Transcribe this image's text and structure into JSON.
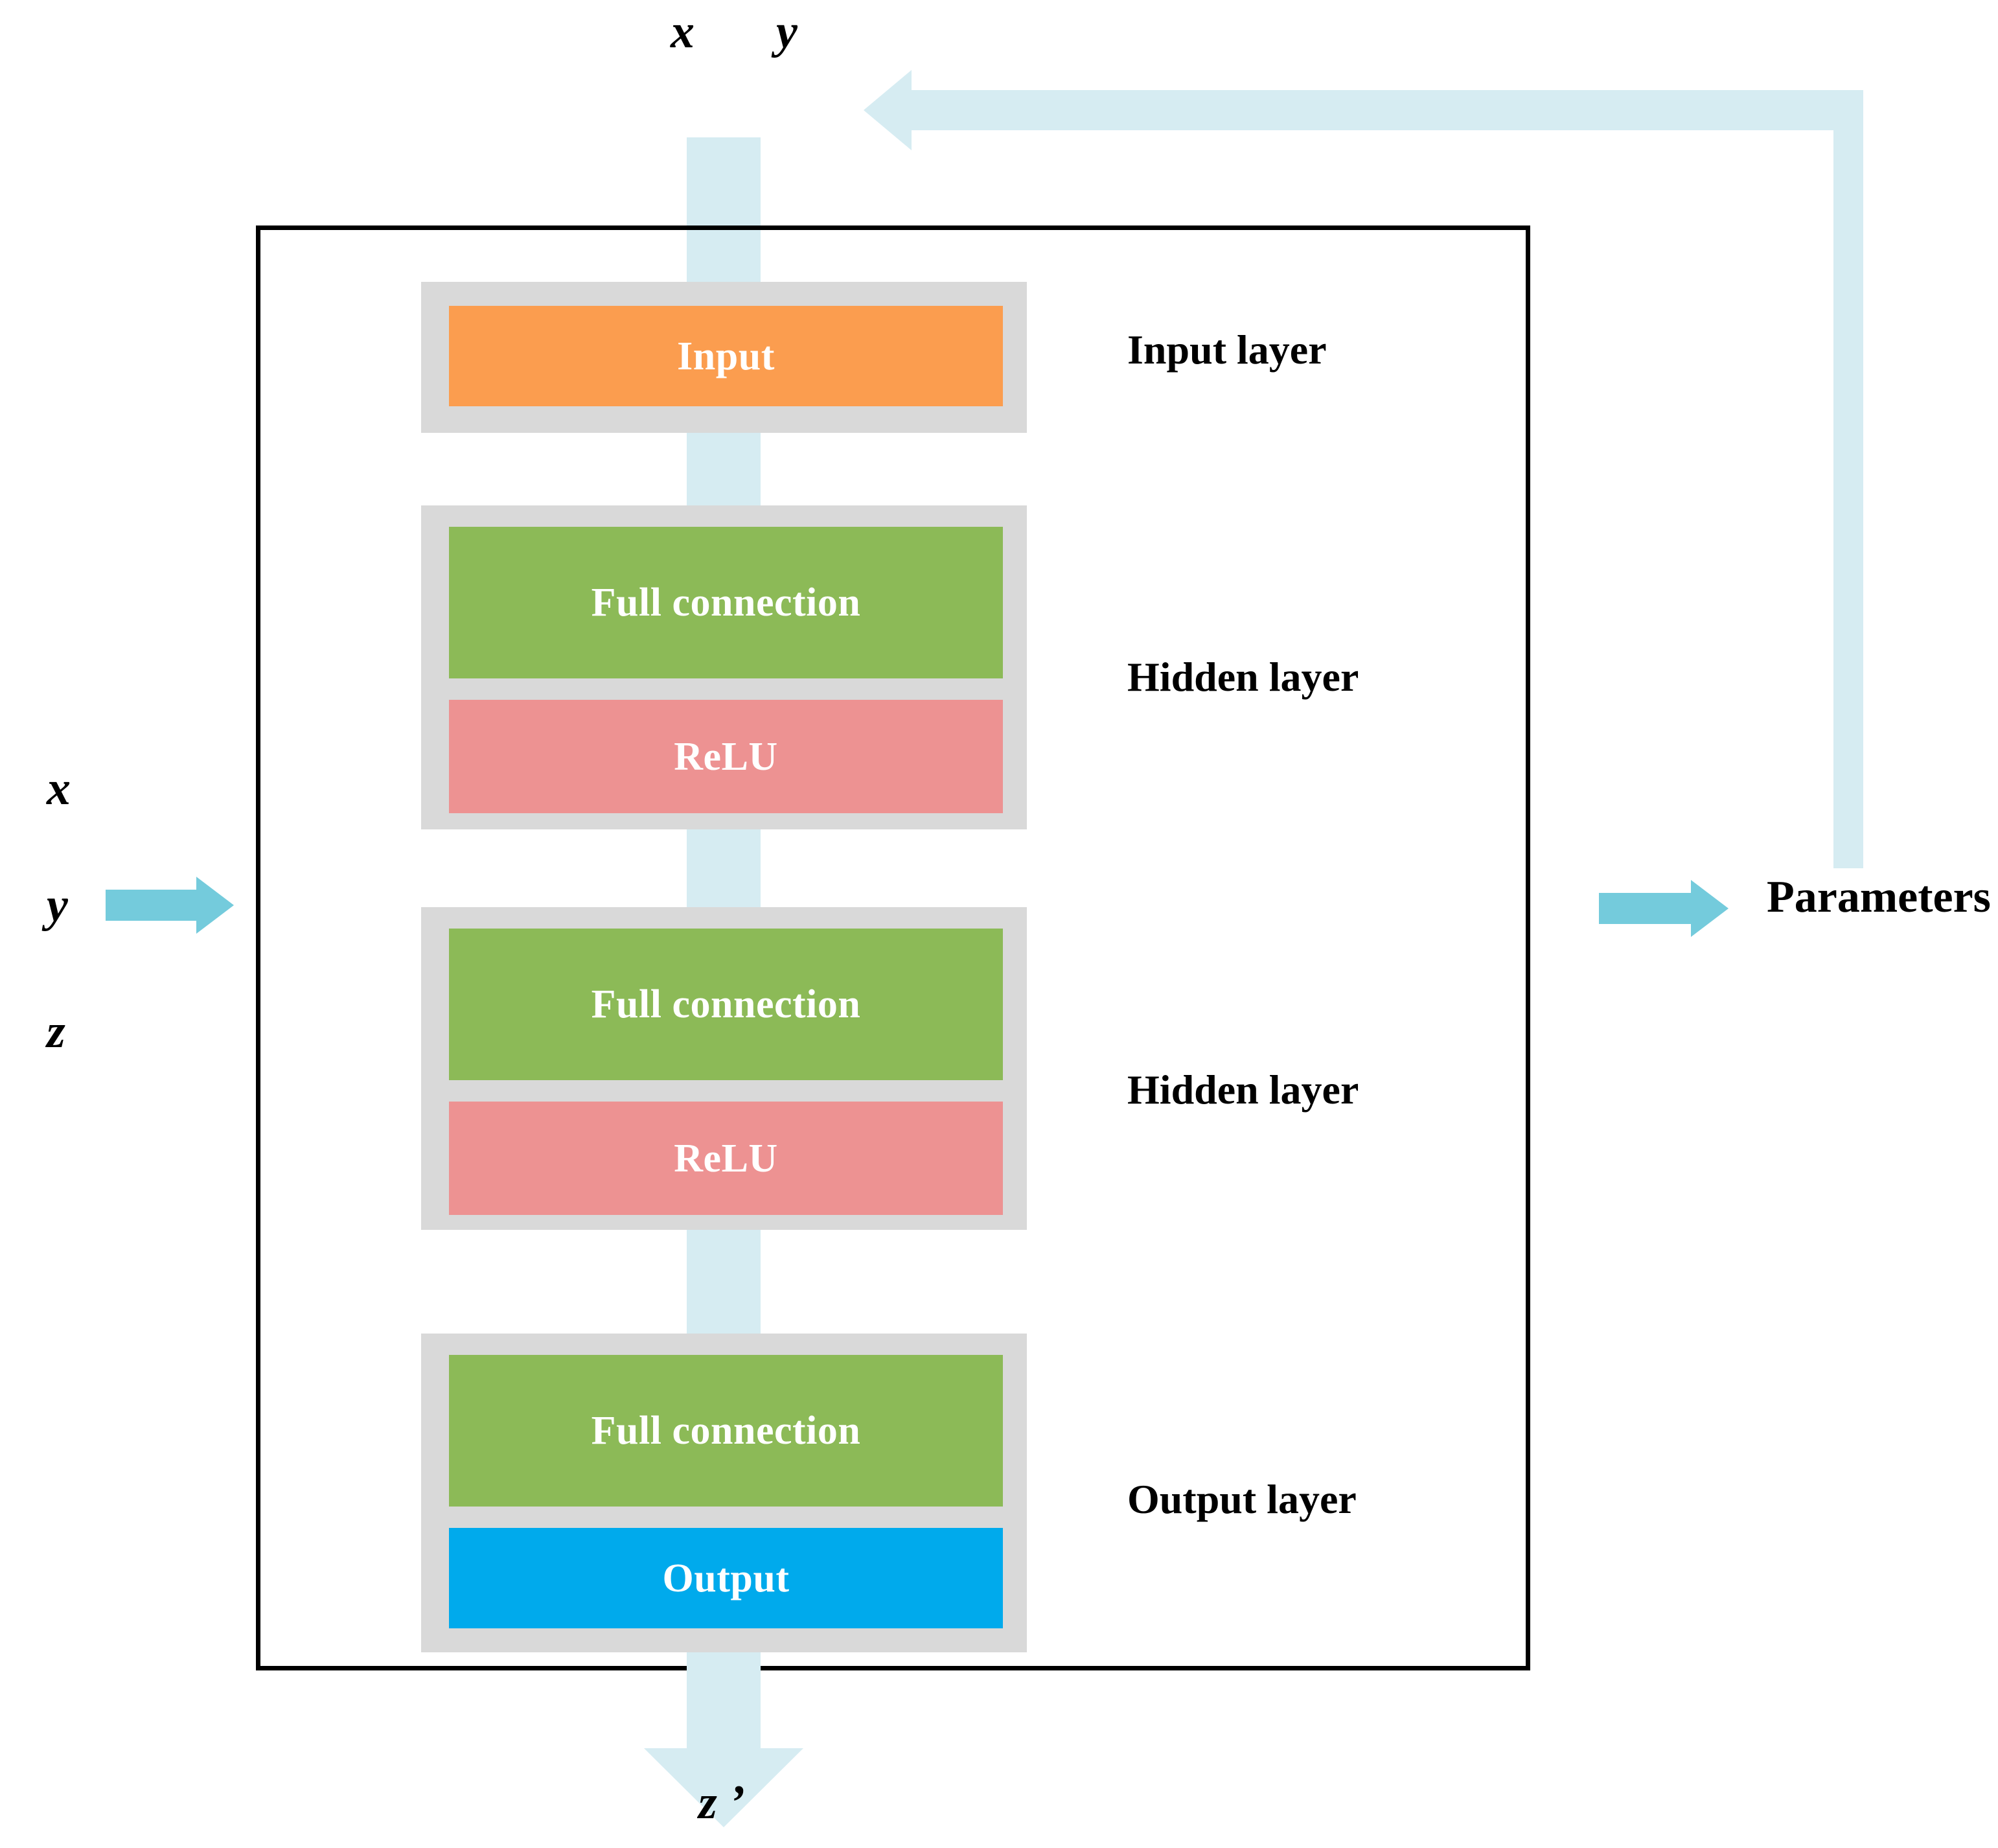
{
  "diagram": {
    "title": "Neural network architecture with parameter feedback",
    "colors": {
      "group_background": "#d9d9d9",
      "input_chip": "#fb9d4f",
      "full_connection_chip": "#8cba57",
      "relu_chip": "#ed9292",
      "output_chip": "#00aaec",
      "flow_arrow": "#d6ecf2",
      "io_arrow": "#74cbdc",
      "border": "#000000",
      "chip_text": "#ffffff",
      "caption_text": "#000000"
    }
  },
  "top_labels": {
    "x": "x",
    "y": "y"
  },
  "input_variables": {
    "x": "x",
    "y": "y",
    "z": "z"
  },
  "output_label": "z ’",
  "parameters_label": "Parameters",
  "layers": [
    {
      "caption": "Input layer",
      "chips": [
        {
          "label": "Input",
          "kind": "input"
        }
      ]
    },
    {
      "caption": "Hidden layer",
      "chips": [
        {
          "label": "Full connection",
          "kind": "full-connection"
        },
        {
          "label": "ReLU",
          "kind": "relu"
        }
      ]
    },
    {
      "caption": "Hidden layer",
      "chips": [
        {
          "label": "Full connection",
          "kind": "full-connection"
        },
        {
          "label": "ReLU",
          "kind": "relu"
        }
      ]
    },
    {
      "caption": "Output layer",
      "chips": [
        {
          "label": "Full connection",
          "kind": "full-connection"
        },
        {
          "label": "Output",
          "kind": "output"
        }
      ]
    }
  ]
}
